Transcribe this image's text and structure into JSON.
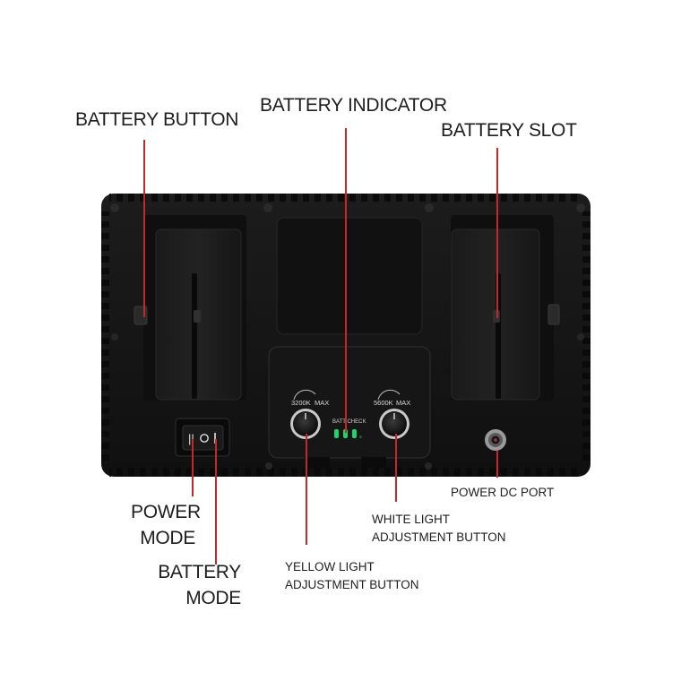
{
  "callouts": {
    "battery_button": "BATTERY BUTTON",
    "battery_indicator": "BATTERY INDICATOR",
    "battery_slot": "BATTERY SLOT",
    "power_mode_line1": "POWER",
    "power_mode_line2": "MODE",
    "battery_mode_line1": "BATTERY",
    "battery_mode_line2": "MODE",
    "power_dc_port": "POWER DC PORT",
    "white_light_line1": "WHITE LIGHT",
    "white_light_line2": "ADJUSTMENT BUTTON",
    "yellow_light_line1": "YELLOW LIGHT",
    "yellow_light_line2": "ADJUSTMENT BUTTON"
  },
  "device_markings": {
    "knob_left_low": "3200K",
    "knob_left_high": "MAX",
    "knob_right_low": "5600K",
    "knob_right_high": "MAX",
    "batt_check": "BATT CHECK"
  },
  "colors": {
    "leader_line": "#c8272a",
    "indicator_led": "#22d36b",
    "device_body": "#141414"
  }
}
